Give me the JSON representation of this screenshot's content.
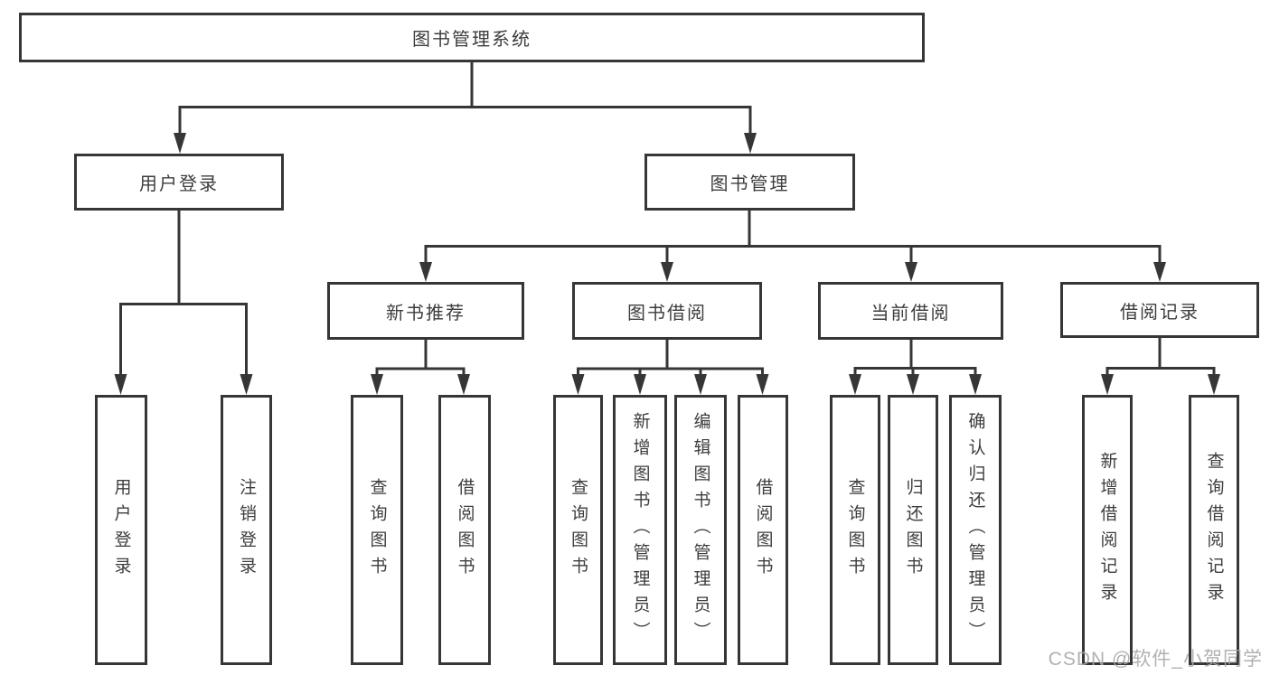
{
  "diagram": {
    "type": "tree",
    "root": {
      "label": "图书管理系统",
      "children": [
        {
          "label": "用户登录",
          "children": [
            {
              "label": "用户登录"
            },
            {
              "label": "注销登录"
            }
          ]
        },
        {
          "label": "图书管理",
          "children": [
            {
              "label": "新书推荐",
              "children": [
                {
                  "label": "查询图书"
                },
                {
                  "label": "借阅图书"
                }
              ]
            },
            {
              "label": "图书借阅",
              "children": [
                {
                  "label": "查询图书"
                },
                {
                  "label": "新增图书（管理员）"
                },
                {
                  "label": "编辑图书（管理员）"
                },
                {
                  "label": "借阅图书"
                }
              ]
            },
            {
              "label": "当前借阅",
              "children": [
                {
                  "label": "查询图书"
                },
                {
                  "label": "归还图书"
                },
                {
                  "label": "确认归还（管理员）"
                }
              ]
            },
            {
              "label": "借阅记录",
              "children": [
                {
                  "label": "新增借阅记录"
                },
                {
                  "label": "查询借阅记录"
                }
              ]
            }
          ]
        }
      ]
    },
    "colors": {
      "line": "#363636",
      "box_border": "#363636",
      "text": "#3d3d3d",
      "background": "#ffffff",
      "watermark": "#a9a9a9"
    }
  },
  "watermark": {
    "text": "CSDN @软件_小贺同学"
  }
}
